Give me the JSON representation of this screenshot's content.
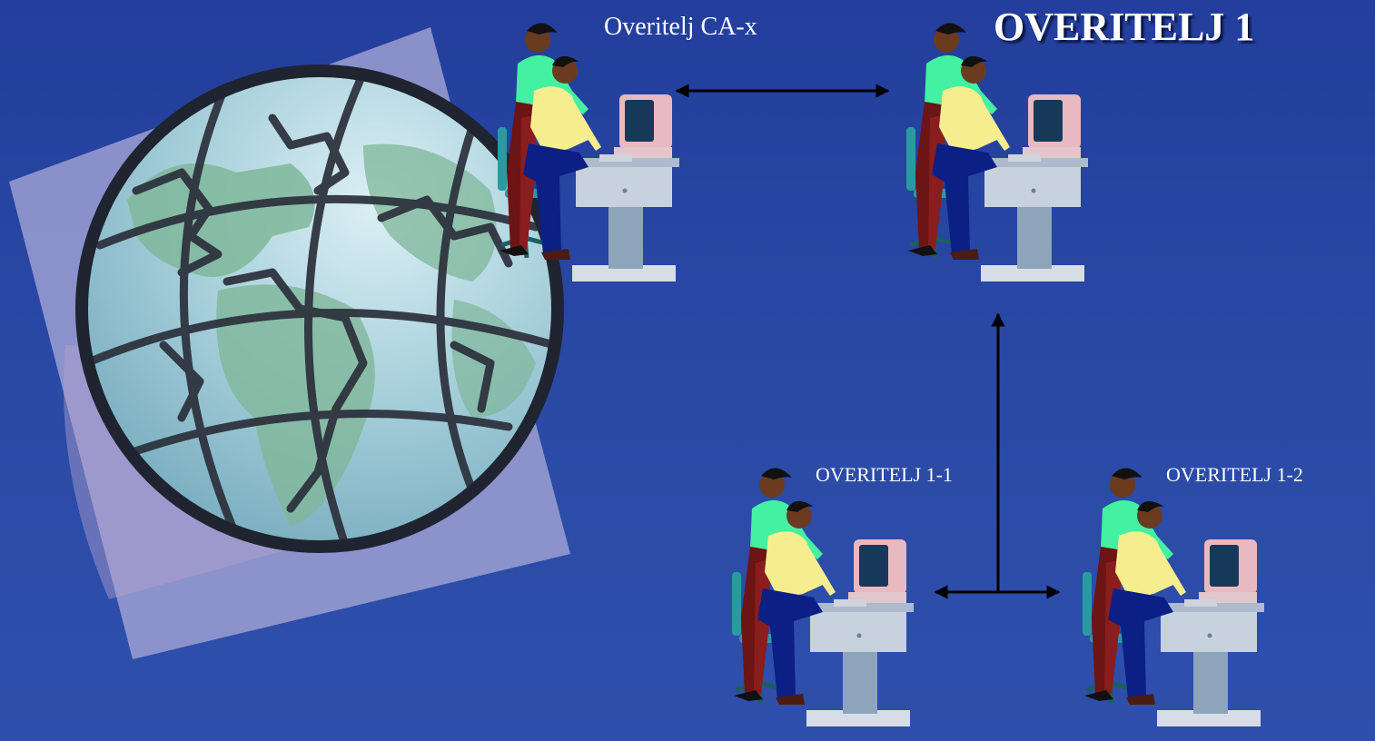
{
  "labels": {
    "main_title": "OVERITELJ 1",
    "ca_x": "Overitelj  CA-x",
    "child1": "OVERITELJ 1-1",
    "child2": "OVERITELJ 1-2"
  },
  "colors": {
    "background": "#2a4aa6",
    "globe_panel": "#a7a6d6",
    "globe_fill": "#a9d1dc",
    "land": "#7fb79a",
    "outline": "#2b2f3a",
    "arrow": "#000000",
    "text": "#ffffff"
  },
  "icons": [
    "globe-icon",
    "workstation-icon",
    "person-standing-icon",
    "person-seated-icon",
    "computer-icon"
  ]
}
